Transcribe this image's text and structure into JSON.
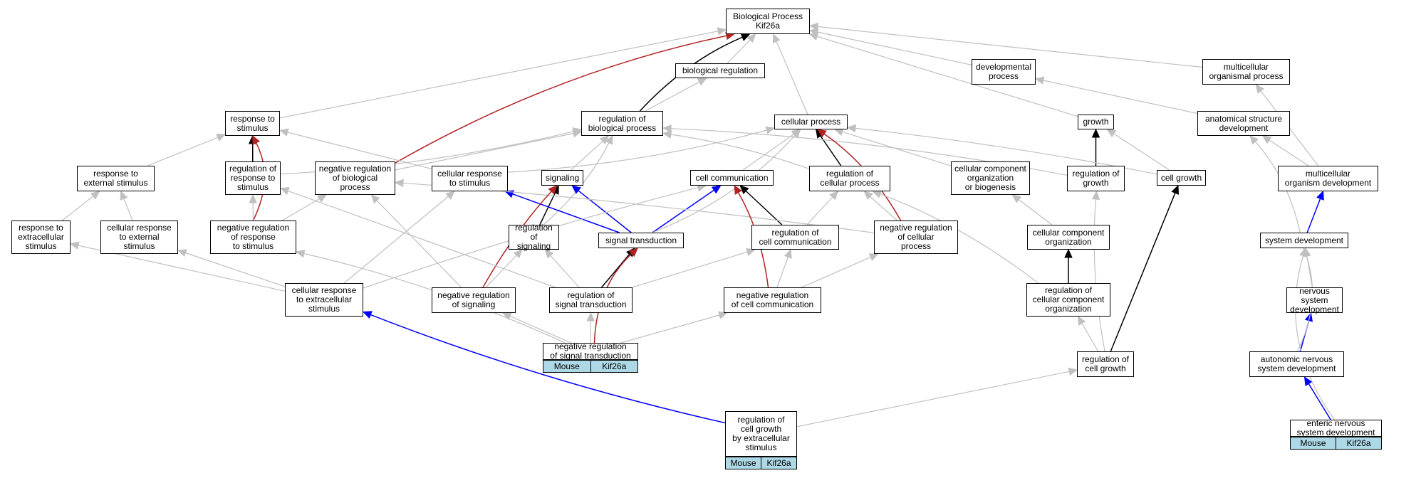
{
  "nodes": {
    "bp": [
      "Biological Process",
      "Kif26a"
    ],
    "bioreg": [
      "biological regulation"
    ],
    "devproc": [
      "developmental",
      "process"
    ],
    "multiproc": [
      "multicellular",
      "organismal process"
    ],
    "resp_stim": [
      "response to",
      "stimulus"
    ],
    "reg_bio": [
      "regulation of",
      "biological process"
    ],
    "cell_proc": [
      "cellular process"
    ],
    "growth": [
      "growth"
    ],
    "anat": [
      "anatomical structure",
      "development"
    ],
    "resp_ext": [
      "response to",
      "external stimulus"
    ],
    "reg_resp": [
      "regulation of",
      "response to",
      "stimulus"
    ],
    "neg_bio": [
      "negative regulation",
      "of biological",
      "process"
    ],
    "cell_resp": [
      "cellular response",
      "to stimulus"
    ],
    "signaling": [
      "signaling"
    ],
    "cell_comm": [
      "cell communication"
    ],
    "reg_cell": [
      "regulation of",
      "cellular process"
    ],
    "ccob": [
      "cellular component",
      "organization",
      "or biogenesis"
    ],
    "reg_growth": [
      "regulation of",
      "growth"
    ],
    "cell_growth": [
      "cell growth"
    ],
    "multi_dev": [
      "multicellular",
      "organism development"
    ],
    "resp_extra": [
      "response to",
      "extracellular",
      "stimulus"
    ],
    "cell_resp_ext": [
      "cellular response",
      "to external",
      "stimulus"
    ],
    "neg_resp": [
      "negative regulation",
      "of response",
      "to stimulus"
    ],
    "reg_sig": [
      "regulation of",
      "signaling"
    ],
    "sig_trans": [
      "signal transduction"
    ],
    "reg_comm": [
      "regulation of",
      "cell communication"
    ],
    "neg_cell": [
      "negative regulation",
      "of cellular",
      "process"
    ],
    "cco": [
      "cellular component",
      "organization"
    ],
    "sys_dev": [
      "system development"
    ],
    "cell_resp_extra": [
      "cellular response",
      "to extracellular",
      "stimulus"
    ],
    "neg_sig": [
      "negative regulation",
      "of signaling"
    ],
    "reg_st": [
      "regulation of",
      "signal transduction"
    ],
    "neg_comm": [
      "negative regulation",
      "of cell communication"
    ],
    "reg_cco": [
      "regulation of",
      "cellular component",
      "organization"
    ],
    "nerv_dev": [
      "nervous system",
      "development"
    ],
    "neg_st": [
      "negative regulation",
      "of signal transduction"
    ],
    "reg_cg": [
      "regulation of",
      "cell growth"
    ],
    "auto_dev": [
      "autonomic nervous",
      "system development"
    ],
    "reg_cg_ext": [
      "regulation of",
      "cell growth",
      "by extracellular",
      "stimulus"
    ],
    "enteric": [
      "enteric nervous",
      "system development"
    ]
  },
  "annotations": {
    "neg_st": [
      "Mouse",
      "Kif26a"
    ],
    "reg_cg_ext": [
      "Mouse",
      "Kif26a"
    ],
    "enteric": [
      "Mouse",
      "Kif26a"
    ]
  },
  "colors": {
    "is_a": "#c0c0c0",
    "part_of": "#000000",
    "regulates": "#0000ff",
    "negatively_regulates": "#b22222",
    "annotation_fill": "#add8e6"
  }
}
